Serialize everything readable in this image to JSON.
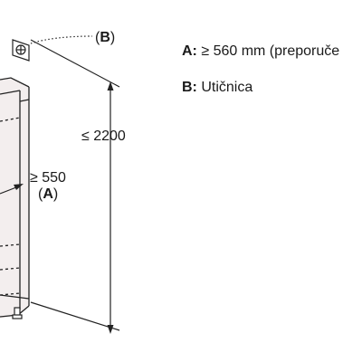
{
  "legend": {
    "a_key": "A:",
    "a_text": " ≥ 560 mm (preporuče",
    "b_key": "B:",
    "b_text": " Utičnica"
  },
  "labels": {
    "socket_callout": "(B)",
    "socket_letter": "B",
    "height_value": "≤ 2200",
    "depth_value": "≥ 550",
    "depth_callout": "(A)",
    "depth_letter": "A"
  }
}
